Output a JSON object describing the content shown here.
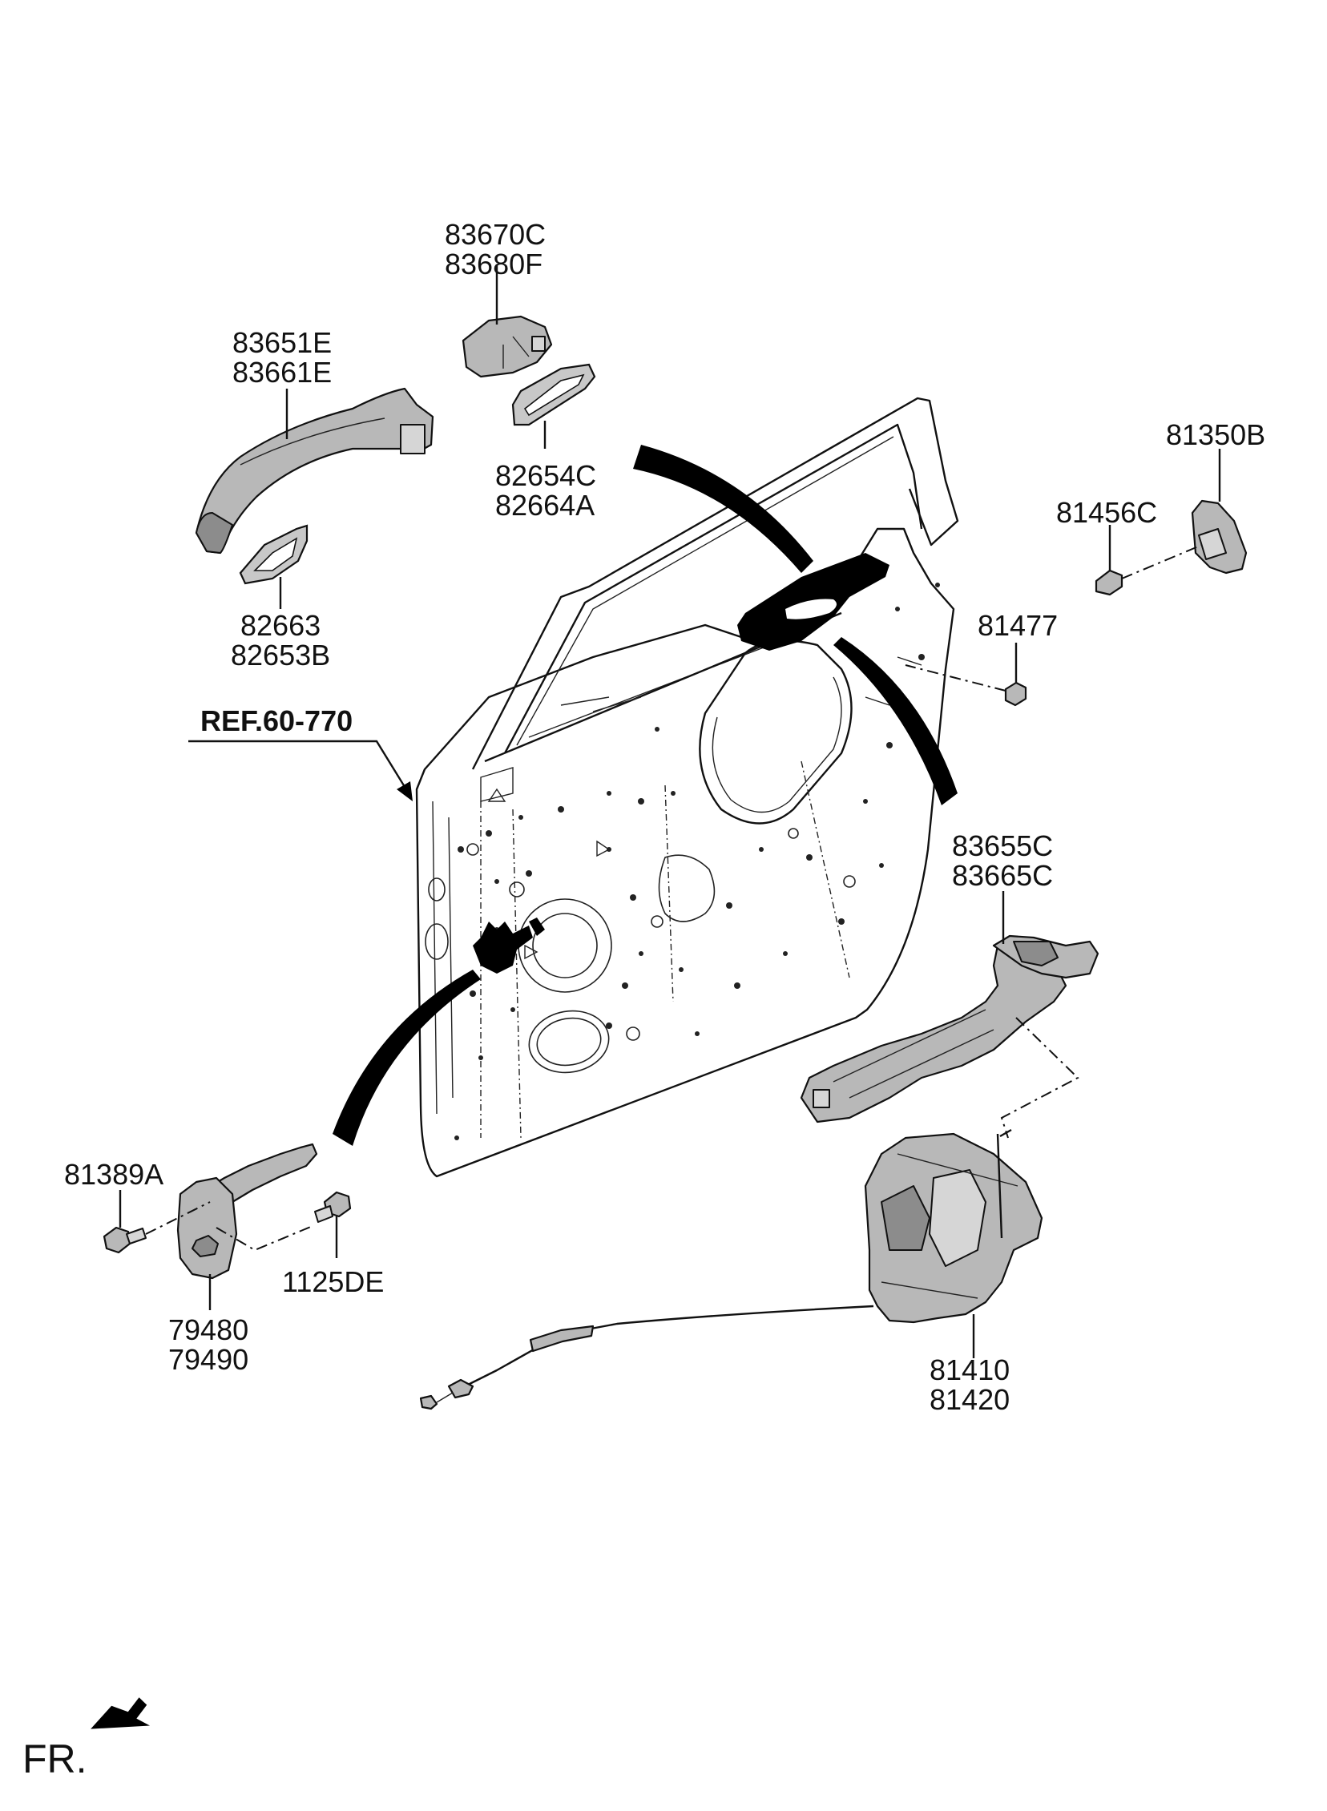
{
  "labels": {
    "p83670C": "83670C",
    "p83680F": "83680F",
    "p83651E": "83651E",
    "p83661E": "83661E",
    "p82654C": "82654C",
    "p82664A": "82664A",
    "p82663": "82663",
    "p82653B": "82653B",
    "p81350B": "81350B",
    "p81456C": "81456C",
    "p81477": "81477",
    "ref": "REF.60-770",
    "p83655C": "83655C",
    "p83665C": "83665C",
    "p81389A": "81389A",
    "p1125DE": "1125DE",
    "p79480": "79480",
    "p79490": "79490",
    "p81410": "81410",
    "p81420": "81420",
    "fr": "FR."
  },
  "colors": {
    "part_fill": "#b8b8b8",
    "line": "#111111",
    "background": "#ffffff"
  }
}
